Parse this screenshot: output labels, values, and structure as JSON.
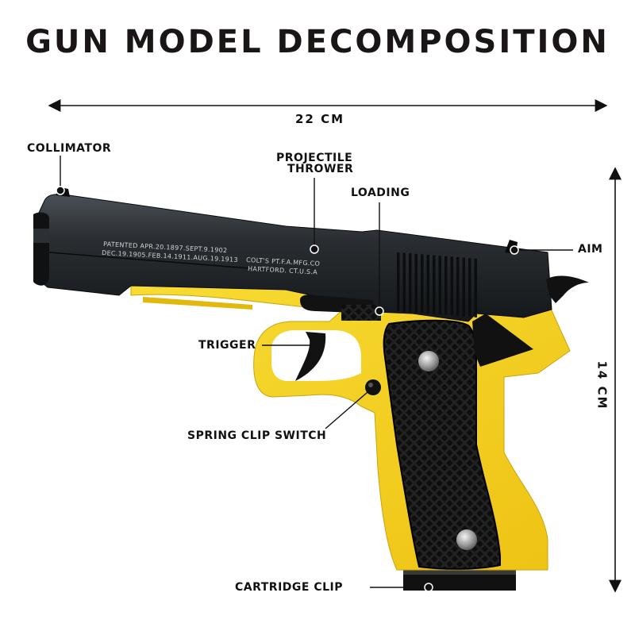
{
  "title": "GUN MODEL DECOMPOSITION",
  "dimensions": {
    "width": "22 CM",
    "height": "14 CM"
  },
  "labels": {
    "collimator": "COLLIMATOR",
    "projectile_thrower_line1": "PROJECTILE",
    "projectile_thrower_line2": "THROWER",
    "loading": "LOADING",
    "aim": "AIM",
    "trigger": "TRIGGER",
    "spring_clip_switch": "SPRING CLIP SWITCH",
    "cartridge_clip": "CARTRIDGE CLIP"
  },
  "engraving": {
    "left_line1": "PATENTED APR.20.1897.SEPT.9.1902",
    "left_line2": "DEC.19.1905.FEB.14.1911.AUG.19.1913",
    "right_line1": "COLT'S PT.F.A.MFG.CO",
    "right_line2": "HARTFORD. CT.U.S.A"
  },
  "colors": {
    "frame": "#f5d21e",
    "slide": "#1f2326",
    "grip": "#1c1c1c",
    "text": "#111111"
  }
}
